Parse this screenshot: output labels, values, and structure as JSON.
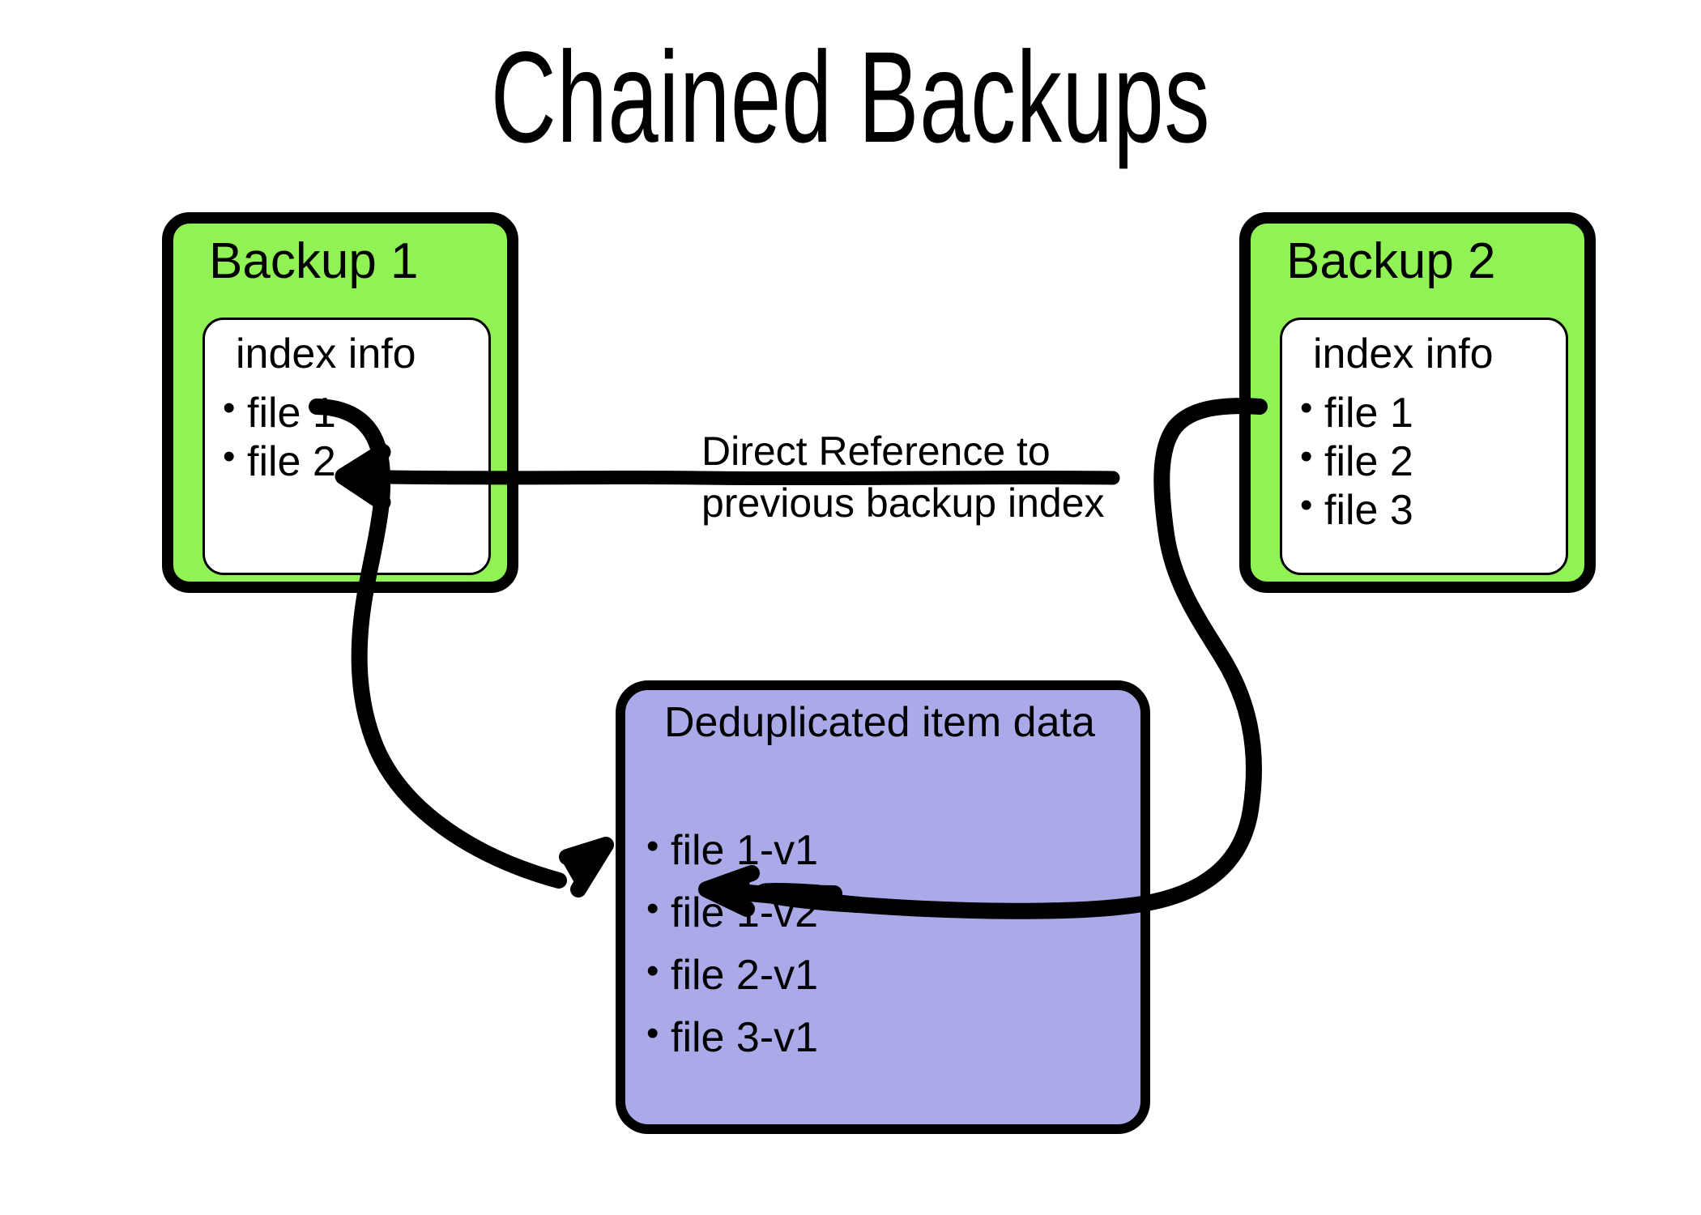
{
  "page": {
    "title": "Chained Backups",
    "background_color": "#ffffff"
  },
  "colors": {
    "backup_box_fill": "#90F254",
    "dedup_box_fill": "#AAAAE8",
    "index_card_fill": "#ffffff",
    "stroke": "#000000"
  },
  "backups": [
    {
      "id": "backup-1",
      "title": "Backup 1",
      "index": {
        "heading": "index info",
        "files": [
          "file 1",
          "file 2"
        ]
      }
    },
    {
      "id": "backup-2",
      "title": "Backup 2",
      "index": {
        "heading": "index info",
        "files": [
          "file 1",
          "file 2",
          "file 3"
        ]
      }
    }
  ],
  "dedup": {
    "title": "Deduplicated item data",
    "items": [
      "file 1-v1",
      "file 1-v2",
      "file 2-v1",
      "file 3-v1"
    ]
  },
  "annotations": {
    "direct_reference": {
      "line1": "Direct Reference to",
      "line2": "previous backup index"
    }
  },
  "arrows": [
    {
      "name": "backup2-index-to-backup1-index",
      "from": "Backup 2 index info",
      "to": "Backup 1 index info (file 2)",
      "label": "Direct Reference to previous backup index"
    },
    {
      "name": "backup1-file1-to-dedup",
      "from": "Backup 1 file 1",
      "to": "Deduplicated item data (file 1-v1)"
    },
    {
      "name": "backup2-file1-to-dedup",
      "from": "Backup 2 file 1",
      "to": "Deduplicated item data (file 1-v2)"
    }
  ]
}
